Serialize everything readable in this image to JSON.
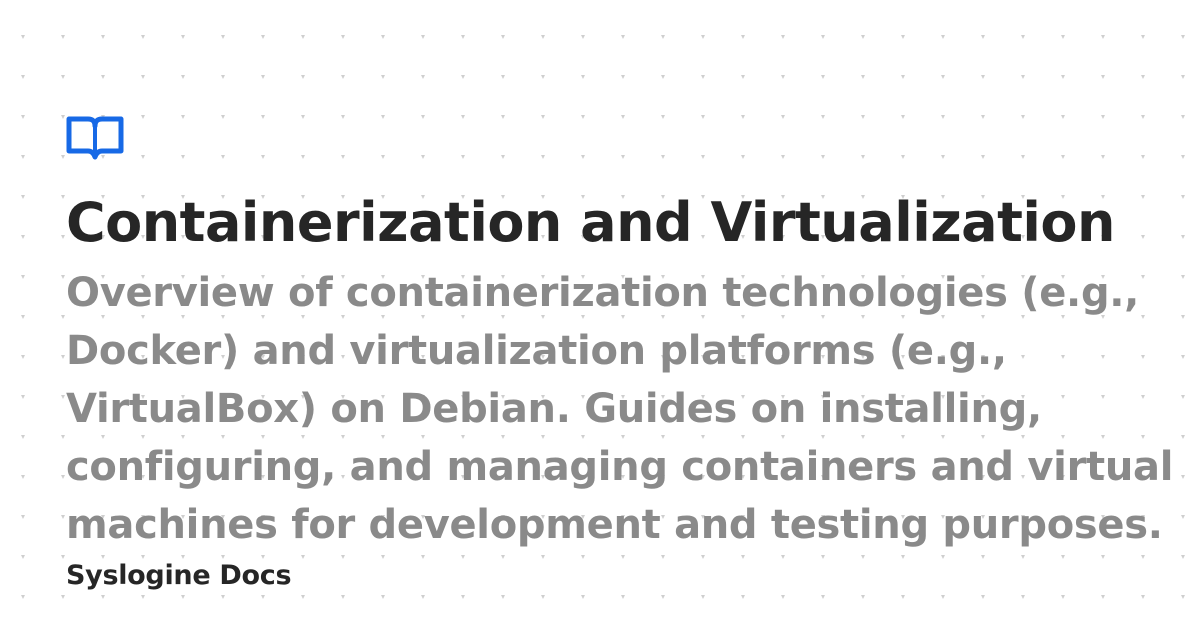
{
  "colors": {
    "background": "#ffffff",
    "dot_pattern": "#cfcfcf",
    "accent": "#1769e6",
    "title": "#262626",
    "description": "#8a8a8a",
    "site_name": "#262626"
  },
  "logo": {
    "icon": "book-open-icon"
  },
  "title": "Containerization and Virtualization",
  "description": "Overview of containerization technologies (e.g., Docker) and virtualization platforms (e.g., VirtualBox) on Debian. Guides on installing, configuring, and managing containers and virtual machines for development and testing purposes.",
  "site_name": "Syslogine Docs"
}
